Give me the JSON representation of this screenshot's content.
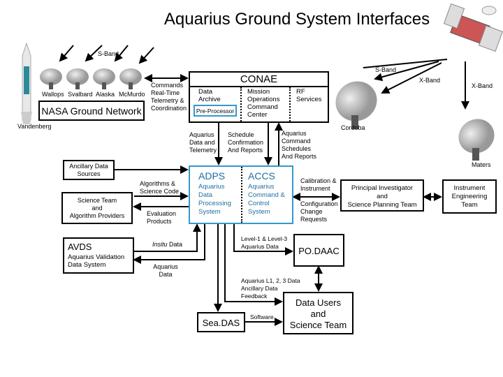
{
  "title": "Aquarius Ground System Interfaces",
  "ground_network": {
    "name": "NASA Ground Network",
    "stations": [
      "Wallops",
      "Svalbard",
      "Alaska",
      "McMurdo"
    ],
    "launch_site": "Vandenberg",
    "s_band_label": "S-Band"
  },
  "links": {
    "commands": "Commands\nReal-Time\nTelemetry &\nCoordination",
    "s_band_right": "S-Band",
    "x_band_1": "X-Band",
    "x_band_2": "X-Band",
    "aquarius_data_telemetry": "Aquarius\nData and\nTelemetry",
    "schedule_confirmation": "Schedule\nConfirmation\nAnd Reports",
    "command_schedules": "Aquarius\nCommand\nSchedules\nAnd Reports",
    "algorithms": "Algorithms &\nScience Code",
    "evaluation": "Evaluation\nProducts",
    "insitu": "Insitu",
    "insitu_data": " Data",
    "aquarius_data": "Aquarius\nData",
    "calibration": "Calibration &\nInstrument",
    "configuration": "Configuration\nChange\nRequests",
    "level_data": "Level-1 & Level-3\nAquarius Data",
    "l123_data": "Aquarius L1, 2, 3 Data\nAncillary Data\nFeedback",
    "software": "Software"
  },
  "conae": {
    "title": "CONAE",
    "data_archive": "Data\nArchive",
    "pre_processor": "Pre-Processor",
    "mission_ops": "Mission\nOperations\nCommand\nCenter",
    "rf_services": "RF\nServices"
  },
  "stations_right": {
    "cordoba": "Cordoba",
    "malargue": "Maters"
  },
  "adps": {
    "title": "ADPS",
    "desc": "Aquarius\nData\nProcessing\nSystem"
  },
  "accs": {
    "title": "ACCS",
    "desc": "Aquarius\nCommand &\nControl\nSystem"
  },
  "ancillary": "Ancillary Data\nSources",
  "science_team": "Science Team\nand\nAlgorithm Providers",
  "avds": {
    "title": "AVDS",
    "desc": "Aquarius Validation\nData System"
  },
  "podaac": "PO.DAAC",
  "data_users": "Data Users\nand\nScience Team",
  "seadas": "Sea.DAS",
  "pi_team": "Principal Investigator\nand\nScience Planning Team",
  "instrument_team": "Instrument\nEngineering\nTeam",
  "colors": {
    "accent_blue": "#3399cc",
    "text_blue": "#1f6fa0"
  }
}
